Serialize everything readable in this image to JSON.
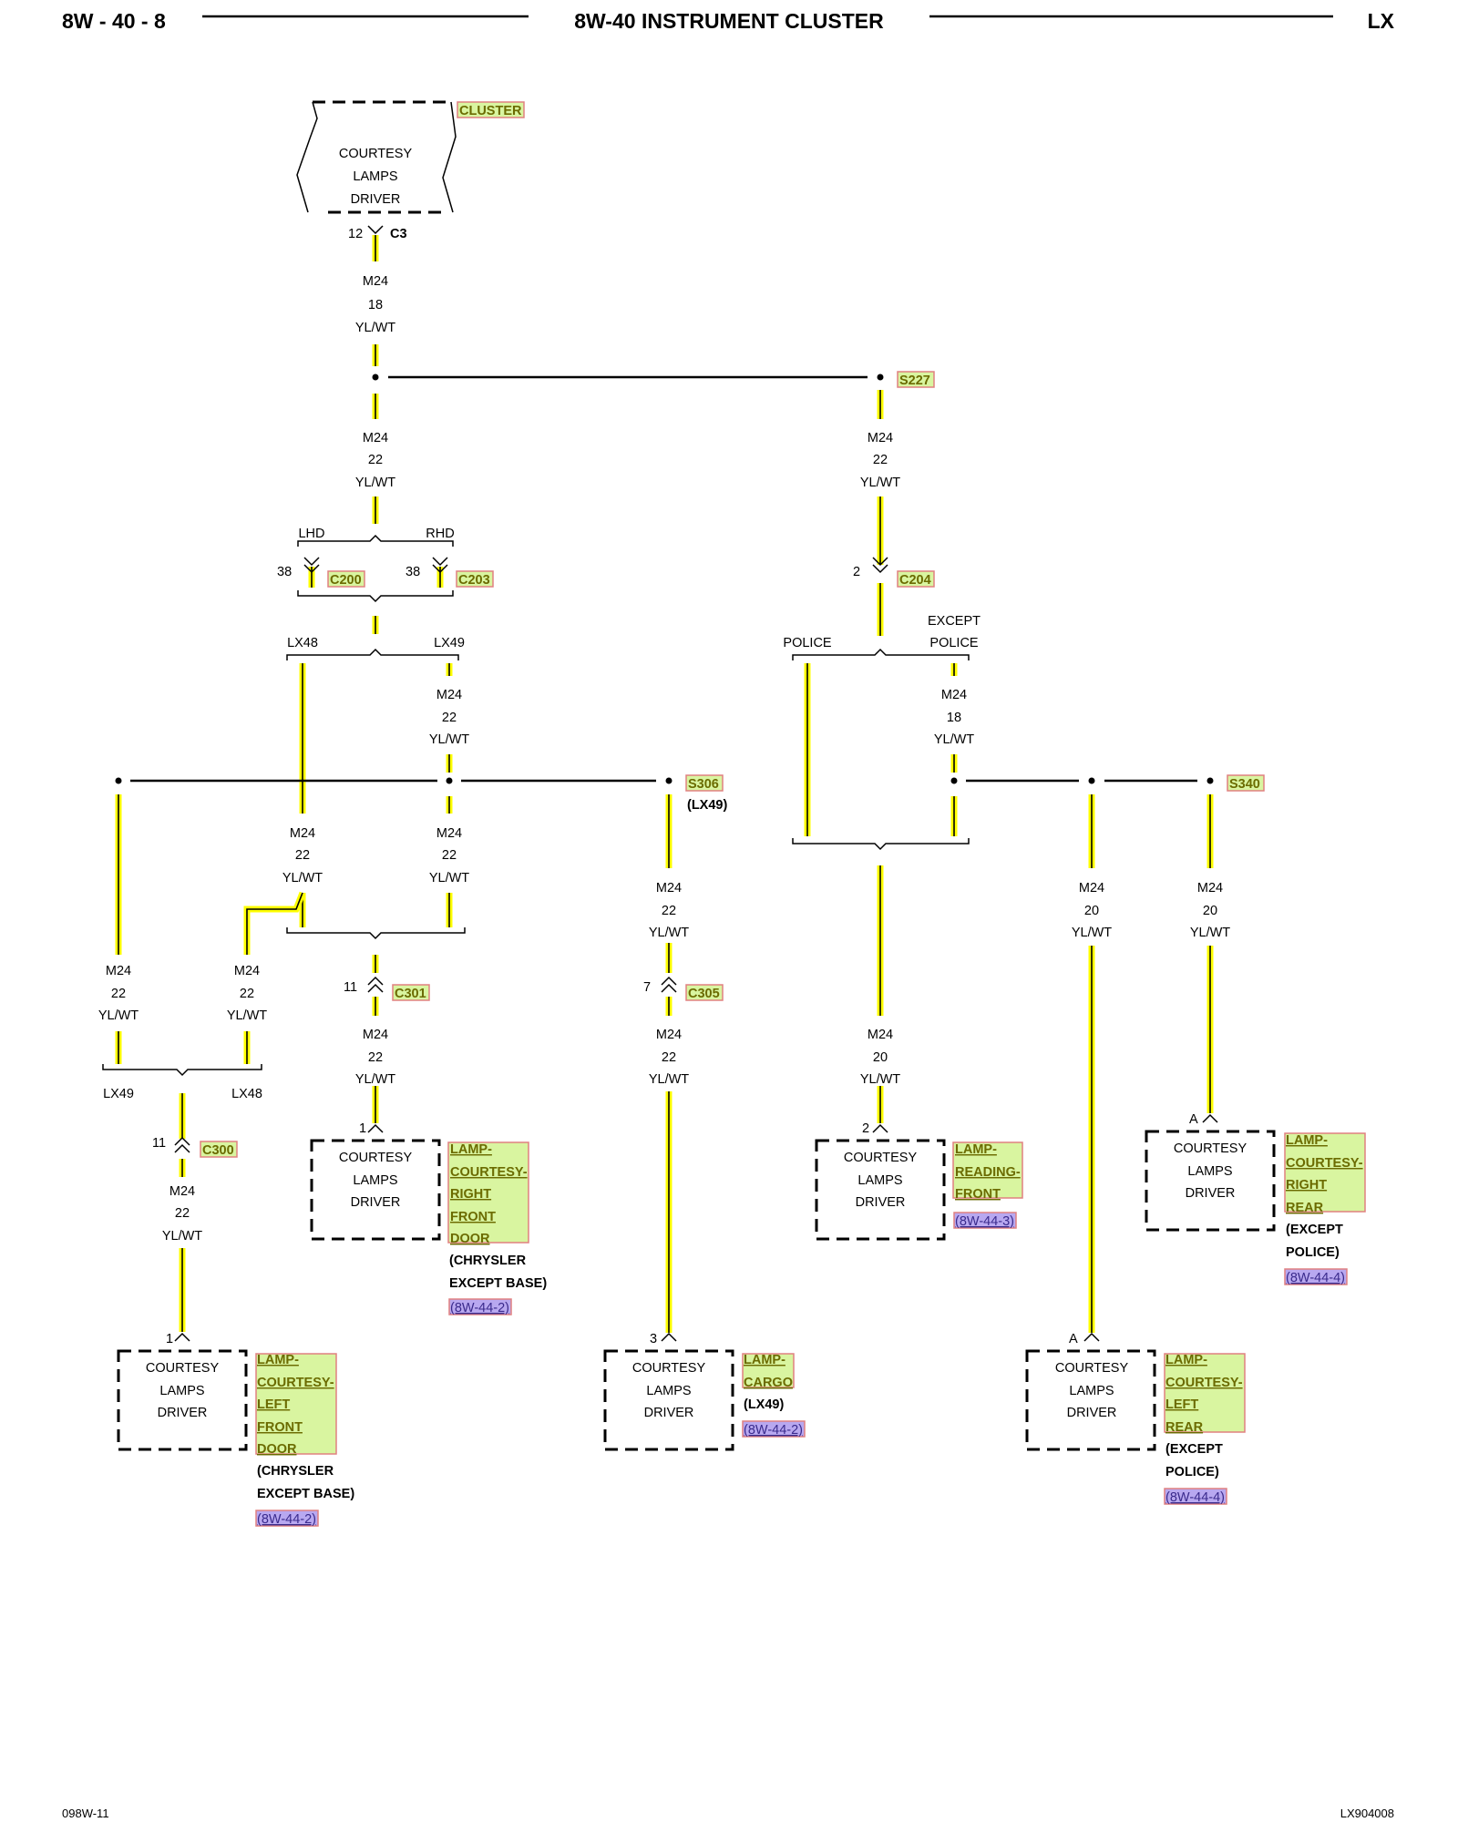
{
  "header": {
    "page_number": "8W - 40 - 8",
    "title": "8W-40 INSTRUMENT CLUSTER",
    "model": "LX"
  },
  "footer": {
    "left_code": "098W-11",
    "right_code": "LX904008"
  },
  "colors": {
    "wire_yellow": "#ffff00",
    "component_highlight": "#d9f5a0",
    "component_border": "#e08080",
    "reference_highlight": "#b8a8f0",
    "connector_highlight": "#d9f5a0"
  },
  "cluster": {
    "label": "CLUSTER",
    "line1": "COURTESY",
    "line2": "LAMPS",
    "line3": "DRIVER",
    "pin": "12",
    "connector": "C3"
  },
  "wires": {
    "w1": {
      "circuit": "M24",
      "gauge": "18",
      "color": "YL/WT"
    },
    "w2": {
      "circuit": "M24",
      "gauge": "22",
      "color": "YL/WT"
    },
    "w3": {
      "circuit": "M24",
      "gauge": "22",
      "color": "YL/WT"
    },
    "w4": {
      "circuit": "M24",
      "gauge": "22",
      "color": "YL/WT"
    },
    "w5": {
      "circuit": "M24",
      "gauge": "18",
      "color": "YL/WT"
    },
    "w6": {
      "circuit": "M24",
      "gauge": "22",
      "color": "YL/WT"
    },
    "w7": {
      "circuit": "M24",
      "gauge": "22",
      "color": "YL/WT"
    },
    "w8": {
      "circuit": "M24",
      "gauge": "22",
      "color": "YL/WT"
    },
    "w9": {
      "circuit": "M24",
      "gauge": "20",
      "color": "YL/WT"
    },
    "w10": {
      "circuit": "M24",
      "gauge": "20",
      "color": "YL/WT"
    },
    "w11": {
      "circuit": "M24",
      "gauge": "22",
      "color": "YL/WT"
    },
    "w12": {
      "circuit": "M24",
      "gauge": "22",
      "color": "YL/WT"
    },
    "w13": {
      "circuit": "M24",
      "gauge": "22",
      "color": "YL/WT"
    },
    "w14": {
      "circuit": "M24",
      "gauge": "22",
      "color": "YL/WT"
    },
    "w15": {
      "circuit": "M24",
      "gauge": "20",
      "color": "YL/WT"
    },
    "w16": {
      "circuit": "M24",
      "gauge": "22",
      "color": "YL/WT"
    }
  },
  "splices": {
    "s227": "S227",
    "s306": "S306",
    "s306_note": "(LX49)",
    "s340": "S340"
  },
  "options": {
    "lhd": "LHD",
    "rhd": "RHD",
    "lx48": "LX48",
    "lx49": "LX49",
    "police": "POLICE",
    "except1": "EXCEPT",
    "except2": "POLICE"
  },
  "connectors": {
    "c200": {
      "name": "C200",
      "pin": "38"
    },
    "c203": {
      "name": "C203",
      "pin": "38"
    },
    "c204": {
      "name": "C204",
      "pin": "2"
    },
    "c301": {
      "name": "C301",
      "pin": "11"
    },
    "c305": {
      "name": "C305",
      "pin": "7"
    },
    "c300": {
      "name": "C300",
      "pin": "11"
    }
  },
  "components": {
    "rf": {
      "pin": "1",
      "l1": "COURTESY",
      "l2": "LAMPS",
      "l3": "DRIVER",
      "n1": "LAMP-",
      "n2": "COURTESY-",
      "n3": "RIGHT",
      "n4": "FRONT",
      "n5": "DOOR",
      "note1": "(CHRYSLER",
      "note2": "EXCEPT BASE)",
      "ref": "(8W-44-2)"
    },
    "rd": {
      "pin": "2",
      "l1": "COURTESY",
      "l2": "LAMPS",
      "l3": "DRIVER",
      "n1": "LAMP-",
      "n2": "READING-",
      "n3": "FRONT",
      "ref": "(8W-44-3)"
    },
    "rr": {
      "pin": "A",
      "l1": "COURTESY",
      "l2": "LAMPS",
      "l3": "DRIVER",
      "n1": "LAMP-",
      "n2": "COURTESY-",
      "n3": "RIGHT",
      "n4": "REAR",
      "note1": "(EXCEPT",
      "note2": "POLICE)",
      "ref": "(8W-44-4)"
    },
    "lf": {
      "pin": "1",
      "l1": "COURTESY",
      "l2": "LAMPS",
      "l3": "DRIVER",
      "n1": "LAMP-",
      "n2": "COURTESY-",
      "n3": "LEFT",
      "n4": "FRONT",
      "n5": "DOOR",
      "note1": "(CHRYSLER",
      "note2": "EXCEPT BASE)",
      "ref": "(8W-44-2)"
    },
    "cg": {
      "pin": "3",
      "l1": "COURTESY",
      "l2": "LAMPS",
      "l3": "DRIVER",
      "n1": "LAMP-",
      "n2": "CARGO",
      "note1": "(LX49)",
      "ref": "(8W-44-2)"
    },
    "lr": {
      "pin": "A",
      "l1": "COURTESY",
      "l2": "LAMPS",
      "l3": "DRIVER",
      "n1": "LAMP-",
      "n2": "COURTESY-",
      "n3": "LEFT",
      "n4": "REAR",
      "note1": "(EXCEPT",
      "note2": "POLICE)",
      "ref": "(8W-44-4)"
    }
  }
}
